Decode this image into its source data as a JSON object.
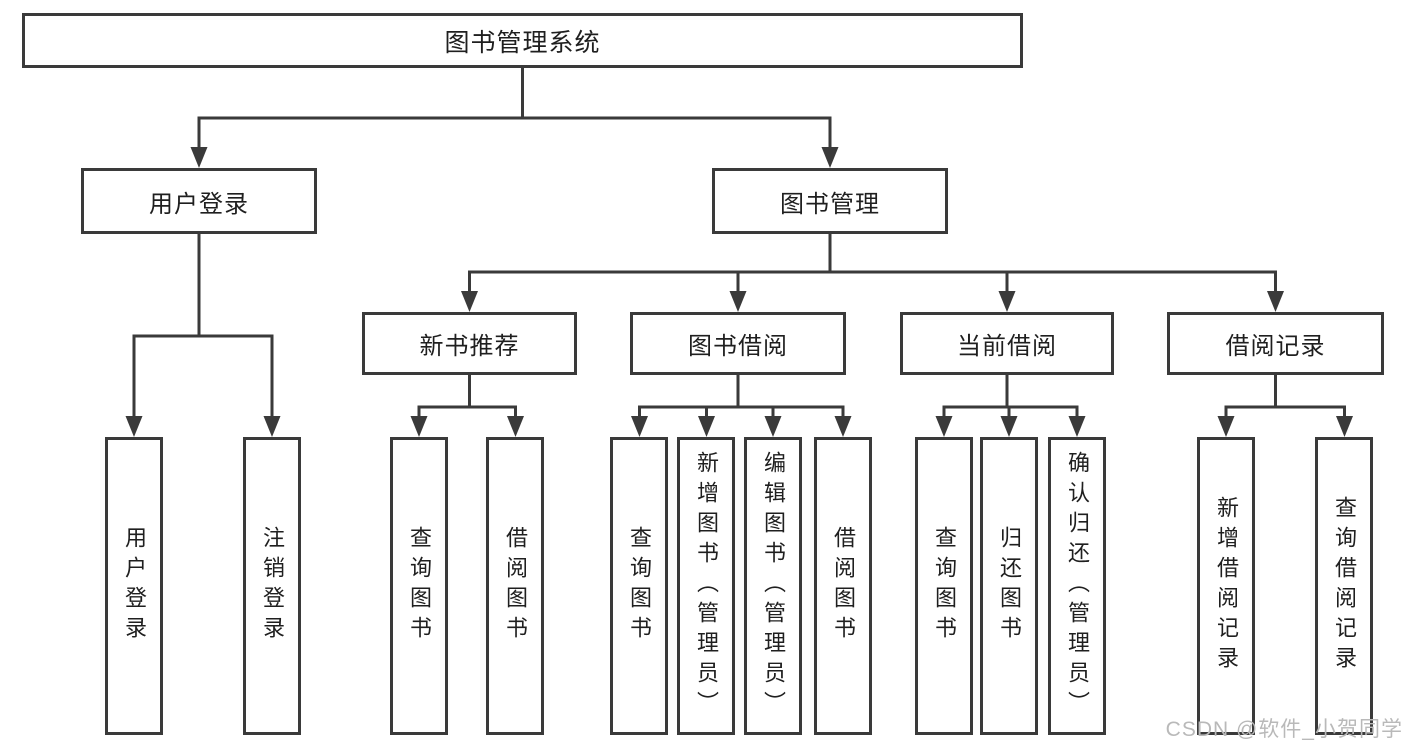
{
  "diagram": {
    "title": "图书管理系统",
    "branches": [
      {
        "label": "用户登录",
        "children": [
          "用户登录",
          "注销登录"
        ]
      },
      {
        "label": "图书管理",
        "sections": [
          {
            "label": "新书推荐",
            "children": [
              "查询图书",
              "借阅图书"
            ]
          },
          {
            "label": "图书借阅",
            "children": [
              "查询图书",
              "新增图书（管理员）",
              "编辑图书（管理员）",
              "借阅图书"
            ]
          },
          {
            "label": "当前借阅",
            "children": [
              "查询图书",
              "归还图书",
              "确认归还（管理员）"
            ]
          },
          {
            "label": "借阅记录",
            "children": [
              "新增借阅记录",
              "查询借阅记录"
            ]
          }
        ]
      }
    ]
  },
  "watermark": {
    "text": "CSDN @软件_小贺同学"
  },
  "colors": {
    "line": "#3a3a3a",
    "text": "#1f1f1f",
    "box_background": "#ffffff",
    "watermark": "#b9b9b9"
  }
}
